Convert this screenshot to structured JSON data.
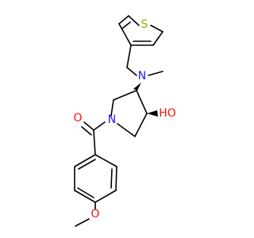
{
  "atoms": {
    "S": {
      "symbol": "S",
      "color": "#b3a100"
    },
    "N_amine": {
      "symbol": "N",
      "color": "#1a1aff"
    },
    "N_ring": {
      "symbol": "N",
      "color": "#1a1aff"
    },
    "O_carbonyl": {
      "symbol": "O",
      "color": "#ff0d0d"
    },
    "O_hydroxyl": {
      "symbol": "HO",
      "color": "#ff0d0d"
    },
    "O_methoxy": {
      "symbol": "O",
      "color": "#ff0d0d"
    }
  },
  "colors": {
    "bond": "#000000",
    "background": "#ffffff"
  }
}
